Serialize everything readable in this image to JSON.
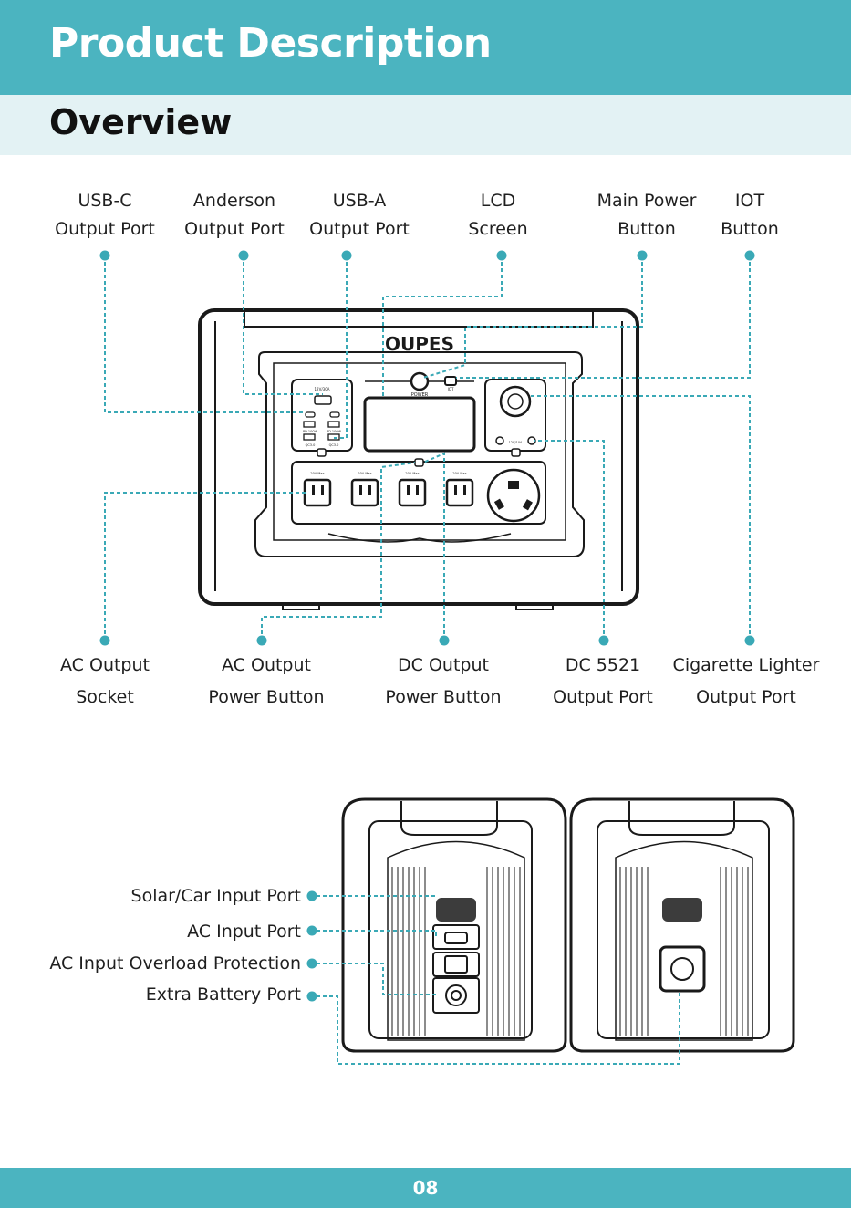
{
  "header": {
    "title": "Product Description"
  },
  "section": {
    "title": "Overview"
  },
  "top_labels": [
    {
      "line1": "USB-C",
      "line2": "Output Port"
    },
    {
      "line1": "Anderson",
      "line2": "Output Port"
    },
    {
      "line1": "USB-A",
      "line2": "Output Port"
    },
    {
      "line1": "LCD",
      "line2": "Screen"
    },
    {
      "line1": "Main Power",
      "line2": "Button"
    },
    {
      "line1": "IOT",
      "line2": "Button"
    }
  ],
  "bottom_labels": [
    {
      "line1": "AC Output",
      "line2": "Socket"
    },
    {
      "line1": "AC Output",
      "line2": "Power Button"
    },
    {
      "line1": "DC Output",
      "line2": "Power Button"
    },
    {
      "line1": "DC 5521",
      "line2": "Output Port"
    },
    {
      "line1": "Cigarette Lighter",
      "line2": "Output Port"
    }
  ],
  "rear_labels": [
    "Solar/Car Input Port",
    "AC Input Port",
    "AC Input Overload Protection",
    "Extra Battery Port"
  ],
  "device": {
    "brand": "OUPES",
    "power_label": "POWER",
    "iot_label": "IOT",
    "anderson_label": "12V/30A",
    "usbc_label": "PD 100W",
    "usba_label": "QC3.0",
    "dc_label": "12V/10A",
    "outlet_label": "20A Max"
  },
  "footer": {
    "page_number": "08"
  },
  "colors": {
    "accent": "#4bb4c0",
    "light_accent": "#e3f2f4",
    "callout": "#3aa9b6"
  }
}
